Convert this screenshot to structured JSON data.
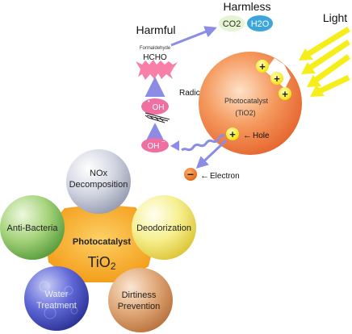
{
  "mechanism": {
    "harmless_label": "Harmless",
    "co2_label": "CO2",
    "h2o_label": "H2O",
    "light_label": "Light",
    "harmful_label": "Harmful",
    "formaldehyde_label": "Formaldehyde",
    "hcho_label": "HCHO",
    "radical_label": "Radical",
    "oh_radical_label": "OH",
    "oh_ion_label": "OH",
    "photocatalyst_label": "Photocatalyst",
    "tio2_label": "(TiO2)",
    "hole_label": "Hole",
    "electron_label": "Electron",
    "plus_symbol": "+",
    "minus_symbol": "−",
    "arrow_symbol": "←"
  },
  "applications": {
    "center_title": "Photocatalyst",
    "center_formula": "TiO2",
    "items": [
      {
        "line1": "NOx",
        "line2": "Decomposition"
      },
      {
        "line1": "Anti-Bacteria"
      },
      {
        "line1": "Deodorization"
      },
      {
        "line1": "Water",
        "line2": "Treatment"
      },
      {
        "line1": "Dirtiness",
        "line2": "Prevention"
      }
    ]
  },
  "colors": {
    "photocatalyst_sphere": "#f07a3c",
    "hub": "#f5a51e",
    "light_arrows": "#f5ee1a",
    "pink": "#ee6fa0",
    "blue_arrow": "#8c8ce6"
  }
}
